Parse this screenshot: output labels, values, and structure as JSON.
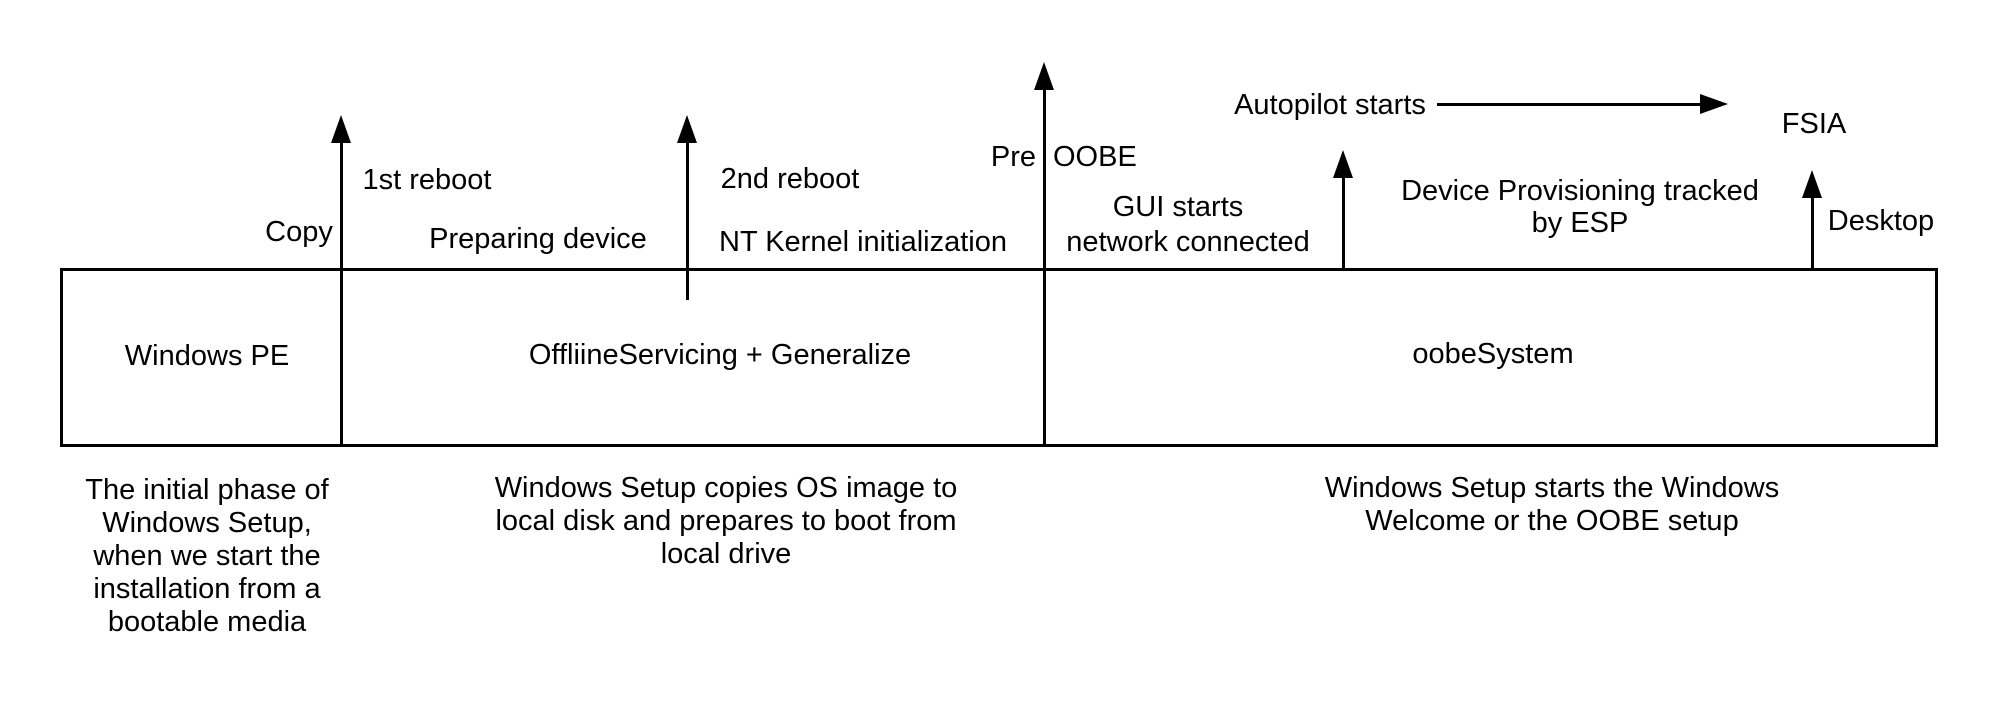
{
  "diagram": {
    "colors": {
      "stroke": "#000000",
      "background": "#ffffff"
    },
    "phases": [
      {
        "label": "Windows PE",
        "desc_lines": [
          "The initial phase of",
          "Windows Setup,",
          "when we start the",
          "installation from a",
          "bootable media"
        ]
      },
      {
        "label": "OffliineServicing + Generalize",
        "desc_lines": [
          "Windows Setup copies OS image to",
          "local disk and prepares to boot from",
          "local drive"
        ]
      },
      {
        "label": "oobeSystem",
        "desc_lines": [
          "Windows Setup starts the Windows",
          "Welcome or the OOBE setup"
        ]
      }
    ],
    "events": {
      "copy": "Copy",
      "first_reboot": "1st reboot",
      "preparing_device": "Preparing device",
      "second_reboot": "2nd reboot",
      "nt_kernel": "NT Kernel initialization",
      "pre": "Pre",
      "oobe": "OOBE",
      "gui_starts": "GUI starts",
      "network_connected": "network connected",
      "autopilot_starts": "Autopilot starts",
      "fsia": "FSIA",
      "device_provisioning_line1": "Device Provisioning tracked",
      "device_provisioning_line2": "by ESP",
      "desktop": "Desktop"
    }
  }
}
